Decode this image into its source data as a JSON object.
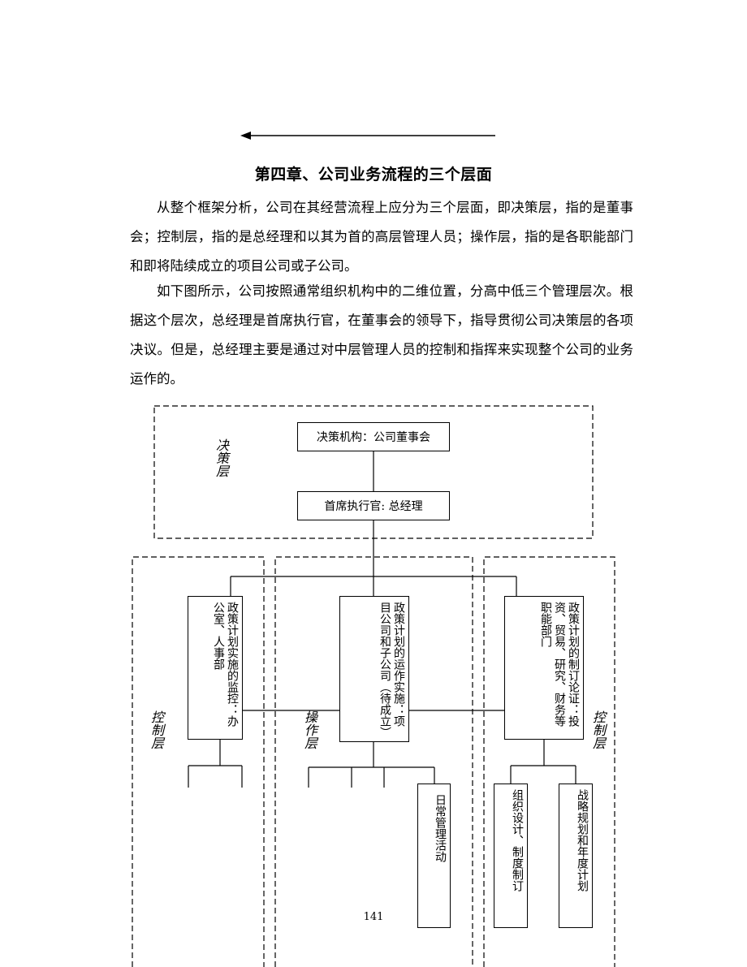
{
  "document": {
    "heading": "第四章、公司业务流程的三个层面",
    "paragraphs": [
      "从整个框架分析，公司在其经营流程上应分为三个层面，即决策层，指的是董事会；控制层，指的是总经理和以其为首的高层管理人员；操作层，指的是各职能部门和即将陆续成立的项目公司或子公司。",
      "如下图所示，公司按照通常组织机构中的二维位置，分高中低三个管理层次。根据这个层次，总经理是首席执行官，在董事会的领导下，指导贯彻公司决策层的各项决议。但是，总经理主要是通过对中层管理人员的控制和指挥来实现整个公司的业务运作的。"
    ],
    "page_number": "141"
  },
  "diagram": {
    "layer_labels": {
      "decision": "决策层",
      "control_left": "控制层",
      "operation": "操作层",
      "control_right": "控制层"
    },
    "boxes": {
      "board": "决策机构：公司董事会",
      "ceo": "首席执行官: 总经理",
      "office": "政策计划实施的监控：办公室、人事部",
      "projects": "政策计划的运作实施：项目公司和子公司（待成立）",
      "functional": "政策计划的制订论证：投资、贸易、研究、财务等职能部门",
      "daily": "日常管理活动",
      "org_design": "组织设计、制度制订",
      "strategy": "战略规划和年度计划"
    }
  }
}
